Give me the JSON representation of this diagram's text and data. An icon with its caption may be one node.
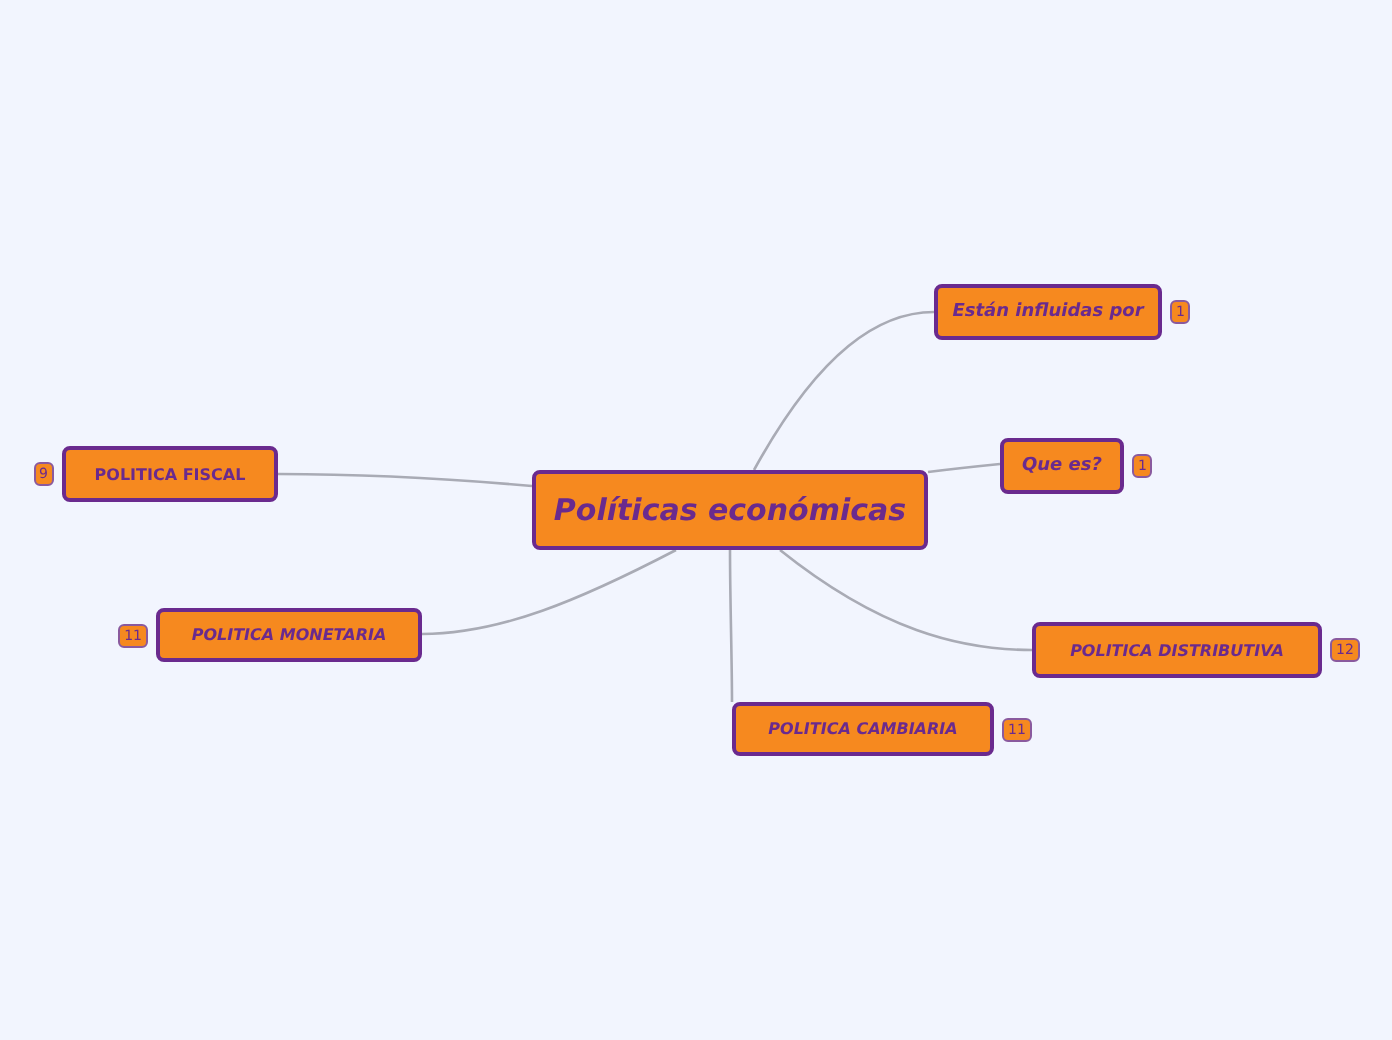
{
  "diagram": {
    "nodes": [
      {
        "text": [
          "Políticas económicas"
        ]
      },
      {
        "text": [
          "Están influidas por"
        ],
        "beside": [
          "1"
        ]
      },
      {
        "text": [
          "Que es?"
        ],
        "beside": [
          "1"
        ]
      },
      {
        "text": [
          "POLITICA FISCAL"
        ],
        "beside": [
          "9"
        ]
      },
      {
        "text": [
          "POLITICA MONETARIA"
        ],
        "beside": [
          "11"
        ]
      },
      {
        "text": [
          "POLITICA DISTRIBUTIVA"
        ],
        "beside": [
          "12"
        ]
      },
      {
        "text": [
          "POLITICA CAMBIARIA"
        ],
        "beside": [
          "11"
        ]
      }
    ],
    "edges": [
      {
        "from": 0,
        "to": 1,
        "arrow": "none"
      },
      {
        "from": 0,
        "to": 2,
        "arrow": "none"
      },
      {
        "from": 0,
        "to": 3,
        "arrow": "none"
      },
      {
        "from": 0,
        "to": 4,
        "arrow": "none"
      },
      {
        "from": 0,
        "to": 5,
        "arrow": "none"
      },
      {
        "from": 0,
        "to": 6,
        "arrow": "none"
      }
    ]
  }
}
